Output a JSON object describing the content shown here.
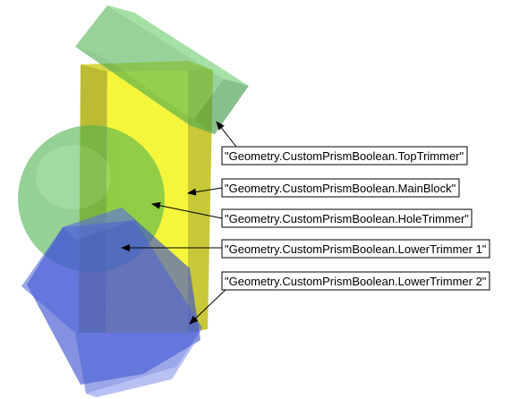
{
  "diagram": {
    "callouts": [
      {
        "id": "top-trimmer",
        "label": "\"Geometry.CustomPrismBoolean.TopTrimmer\""
      },
      {
        "id": "main-block",
        "label": "\"Geometry.CustomPrismBoolean.MainBlock\""
      },
      {
        "id": "hole-trimmer",
        "label": "\"Geometry.CustomPrismBoolean.HoleTrimmer\""
      },
      {
        "id": "lower-trimmer-1",
        "label": "\"Geometry.CustomPrismBoolean.LowerTrimmer 1\""
      },
      {
        "id": "lower-trimmer-2",
        "label": "\"Geometry.CustomPrismBoolean.LowerTrimmer 2\""
      }
    ],
    "colors": {
      "main_block": "#f2f23a",
      "main_block_side": "#b9b935",
      "trimmer_green": "#5cb85c",
      "trimmer_blue": "#4a5fd4",
      "callout_border": "#000000",
      "arrow": "#000000"
    }
  }
}
